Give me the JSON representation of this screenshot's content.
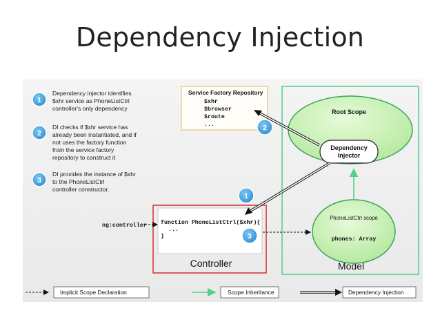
{
  "title": "Dependency Injection",
  "steps": [
    {
      "number": "1",
      "lines": [
        "Dependency injector identifies",
        "$xhr service as PhoneListCtrl",
        "controller's only dependency"
      ]
    },
    {
      "number": "2",
      "lines": [
        "DI checks if $xhr service has",
        "already been instantiated, and if",
        "not uses the factory function",
        "from the service factory",
        "repository to construct it"
      ]
    },
    {
      "number": "3",
      "lines": [
        "DI provides the instance of $xhr",
        "to the PhoneListCtrl",
        "controller constructor."
      ]
    }
  ],
  "repository": {
    "title": "Service Factory Repository",
    "services": [
      "$xhr",
      "$browser",
      "$route",
      "..."
    ]
  },
  "root_scope": "Root Scope",
  "injector": {
    "line1": "Dependency",
    "line2": "Injector"
  },
  "ng_controller": "ng:controller",
  "controller": {
    "code_line1": "function PhoneListCtrl($xhr){",
    "code_line2": "...",
    "code_line3": "}",
    "label": "Controller"
  },
  "scope": {
    "label": "PhoneListCtrl scope",
    "phones": "phones: Array"
  },
  "model_label": "Model",
  "badges": {
    "one": "1",
    "two": "2",
    "three": "3"
  },
  "legend": {
    "implicit": "Implicit Scope Declaration",
    "inheritance": "Scope Inheritance",
    "injection": "Dependency Injection"
  },
  "colors": {
    "badge_blue": "#3a9fdc",
    "controller_red": "#d53a3a",
    "model_green": "#57d18a",
    "ellipse_green": "#c9f2b6",
    "repo_border": "#e7cf9b"
  }
}
